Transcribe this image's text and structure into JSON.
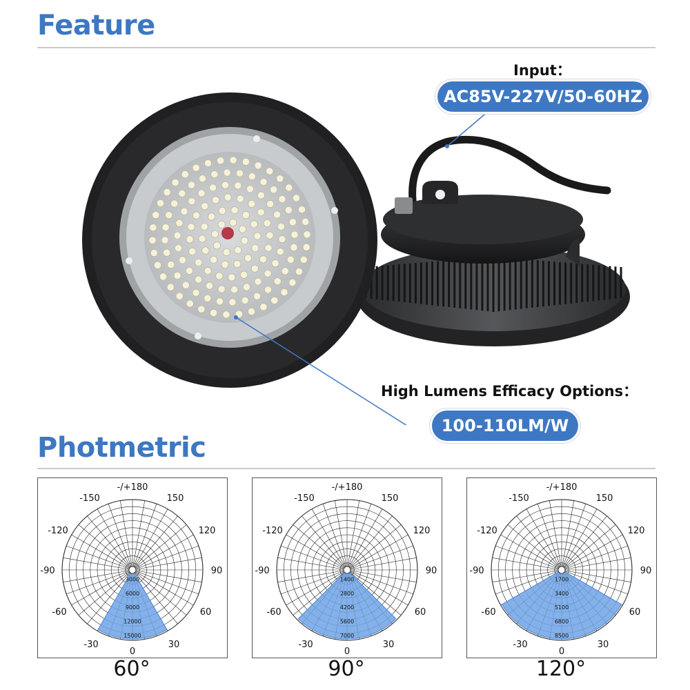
{
  "feature": {
    "title": "Feature",
    "input_label": "Input：",
    "input_value": "AC85V-227V/50-60HZ",
    "efficacy_label": "High Lumens Efficacy Options：",
    "efficacy_value": "100-110LM/W"
  },
  "photometric": {
    "title": "Photmetric",
    "angle_labels": [
      "-/+180",
      "-150",
      "150",
      "-120",
      "120",
      "-90",
      "90",
      "-60",
      "60",
      "-30",
      "30",
      "0"
    ],
    "diagrams": [
      {
        "beam_angle": "60°",
        "beam_deg": 60,
        "ring_values": [
          "3000",
          "6000",
          "9000",
          "12000",
          "15000"
        ]
      },
      {
        "beam_angle": "90°",
        "beam_deg": 90,
        "ring_values": [
          "1400",
          "2800",
          "4200",
          "5600",
          "7000"
        ]
      },
      {
        "beam_angle": "120°",
        "beam_deg": 120,
        "ring_values": [
          "1700",
          "3400",
          "5100",
          "6800",
          "8500"
        ]
      }
    ]
  },
  "colors": {
    "accent": "#3d78c1",
    "pill": "#3e78c3",
    "beam_fill": "#6fa3e6"
  }
}
